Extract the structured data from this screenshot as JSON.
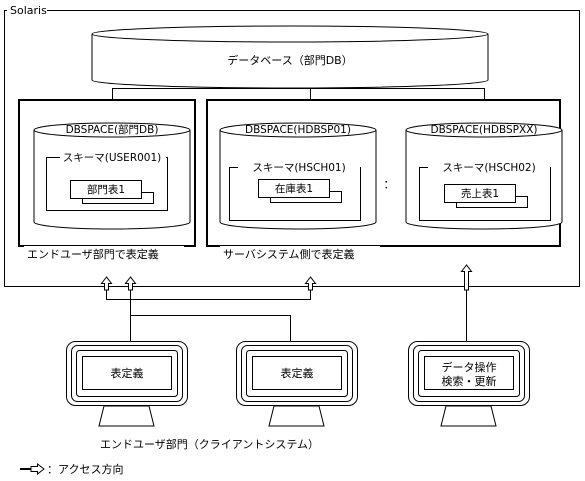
{
  "system_label": "Solaris",
  "database": {
    "label": "データベース（部門DB）"
  },
  "groups": {
    "end_user": {
      "caption": "エンドユーザ部門で表定義"
    },
    "server": {
      "caption": "サーバシステム側で表定義"
    }
  },
  "dbspaces": [
    {
      "label": "DBSPACE(部門DB)",
      "schema": "スキーマ(USER001)",
      "table": "部門表1"
    },
    {
      "label": "DBSPACE(HDBSP01)",
      "schema": "スキーマ(HSCH01)",
      "table": "在庫表1"
    },
    {
      "label": "DBSPACE(HDBSPXX)",
      "schema": "スキーマ(HSCH02)",
      "table": "売上表1"
    }
  ],
  "ellipsis": "：",
  "clients": [
    {
      "lines": [
        "表定義"
      ]
    },
    {
      "lines": [
        "表定義"
      ]
    },
    {
      "lines": [
        "データ操作",
        "検索・更新"
      ]
    }
  ],
  "clients_caption": "エンドユーザ部門（クライアントシステム）",
  "legend": {
    "label": "：アクセス方向"
  }
}
